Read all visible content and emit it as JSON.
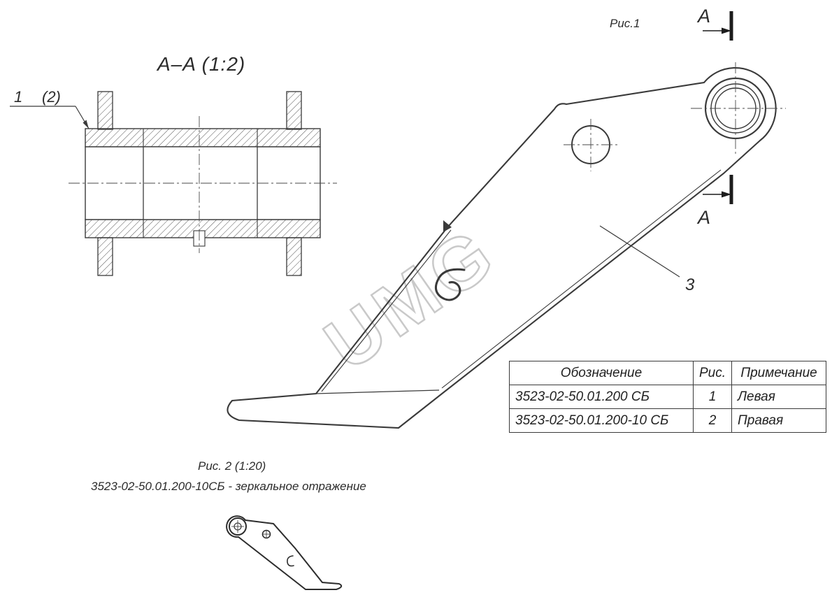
{
  "figure1": {
    "caption": "Рис.1",
    "section_title": "A–A  (1:2)",
    "cut_letter_top": "A",
    "cut_letter_bottom": "A",
    "callout_item": "1",
    "callout_item_ref": "(2)",
    "callout_part": "3"
  },
  "watermark": {
    "text": "UMG",
    "color": "#c9c9c9"
  },
  "parts_table": {
    "headers": [
      "Обозначение",
      "Рис.",
      "Примечание"
    ],
    "rows": [
      {
        "designation": "3523-02-50.01.200 СБ",
        "fig": "1",
        "note": "Левая"
      },
      {
        "designation": "3523-02-50.01.200-10 СБ",
        "fig": "2",
        "note": "Правая"
      }
    ]
  },
  "figure2": {
    "caption": "Рис. 2  (1:20)",
    "note": "3523-02-50.01.200-10СБ - зеркальное отражение"
  }
}
